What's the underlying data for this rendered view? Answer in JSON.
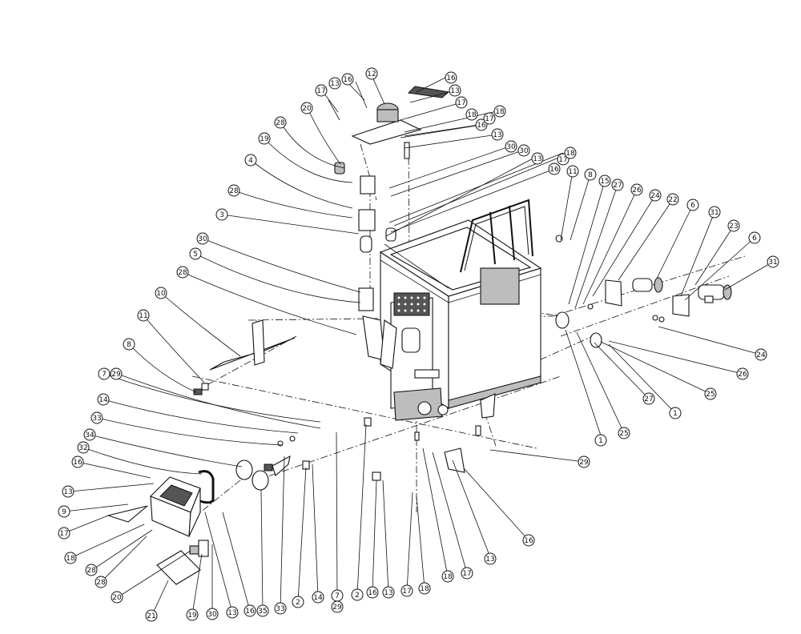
{
  "diagram": {
    "callouts": [
      {
        "id": "c01",
        "label": "16"
      },
      {
        "id": "c02",
        "label": "12"
      },
      {
        "id": "c03",
        "label": "17"
      },
      {
        "id": "c04",
        "label": "13"
      },
      {
        "id": "c05",
        "label": "16"
      },
      {
        "id": "c06",
        "label": "13"
      },
      {
        "id": "c07",
        "label": "17"
      },
      {
        "id": "c08",
        "label": "18"
      },
      {
        "id": "c09",
        "label": "20"
      },
      {
        "id": "c10",
        "label": "16"
      },
      {
        "id": "c11",
        "label": "17"
      },
      {
        "id": "c12",
        "label": "18"
      },
      {
        "id": "c13",
        "label": "28"
      },
      {
        "id": "c14",
        "label": "13"
      },
      {
        "id": "c15",
        "label": "19"
      },
      {
        "id": "c16",
        "label": "30"
      },
      {
        "id": "c17",
        "label": "4"
      },
      {
        "id": "c18",
        "label": "30"
      },
      {
        "id": "c19",
        "label": "17"
      },
      {
        "id": "c20",
        "label": "18"
      },
      {
        "id": "c21",
        "label": "16"
      },
      {
        "id": "c22",
        "label": "13"
      },
      {
        "id": "c23",
        "label": "28"
      },
      {
        "id": "c24",
        "label": "11"
      },
      {
        "id": "c25",
        "label": "8"
      },
      {
        "id": "c26",
        "label": "15"
      },
      {
        "id": "c27",
        "label": "27"
      },
      {
        "id": "c28",
        "label": "26"
      },
      {
        "id": "c29",
        "label": "24"
      },
      {
        "id": "c30",
        "label": "22"
      },
      {
        "id": "c31",
        "label": "6"
      },
      {
        "id": "c32",
        "label": "31"
      },
      {
        "id": "c33",
        "label": "3"
      },
      {
        "id": "c34",
        "label": "23"
      },
      {
        "id": "c35",
        "label": "6"
      },
      {
        "id": "c36",
        "label": "30"
      },
      {
        "id": "c37",
        "label": "31"
      },
      {
        "id": "c38",
        "label": "5"
      },
      {
        "id": "c39",
        "label": "28"
      },
      {
        "id": "c40",
        "label": "10"
      },
      {
        "id": "c41",
        "label": "11"
      },
      {
        "id": "c42",
        "label": "8"
      },
      {
        "id": "c43",
        "label": "24"
      },
      {
        "id": "c44",
        "label": "7"
      },
      {
        "id": "c45",
        "label": "29"
      },
      {
        "id": "c46",
        "label": "26"
      },
      {
        "id": "c47",
        "label": "14"
      },
      {
        "id": "c48",
        "label": "25"
      },
      {
        "id": "c49",
        "label": "33"
      },
      {
        "id": "c50",
        "label": "27"
      },
      {
        "id": "c51",
        "label": "1"
      },
      {
        "id": "c52",
        "label": "34"
      },
      {
        "id": "c53",
        "label": "32"
      },
      {
        "id": "c54",
        "label": "1"
      },
      {
        "id": "c55",
        "label": "25"
      },
      {
        "id": "c56",
        "label": "16"
      },
      {
        "id": "c57",
        "label": "13"
      },
      {
        "id": "c58",
        "label": "29"
      },
      {
        "id": "c59",
        "label": "9"
      },
      {
        "id": "c60",
        "label": "17"
      },
      {
        "id": "c61",
        "label": "16"
      },
      {
        "id": "c62",
        "label": "18"
      },
      {
        "id": "c63",
        "label": "28"
      },
      {
        "id": "c64",
        "label": "28"
      },
      {
        "id": "c65",
        "label": "20"
      },
      {
        "id": "c66",
        "label": "13"
      },
      {
        "id": "c67",
        "label": "21"
      },
      {
        "id": "c68",
        "label": "19"
      },
      {
        "id": "c69",
        "label": "30"
      },
      {
        "id": "c70",
        "label": "13"
      },
      {
        "id": "c71",
        "label": "16"
      },
      {
        "id": "c72",
        "label": "35"
      },
      {
        "id": "c73",
        "label": "33"
      },
      {
        "id": "c74",
        "label": "2"
      },
      {
        "id": "c75",
        "label": "14"
      },
      {
        "id": "c76",
        "label": "7"
      },
      {
        "id": "c77",
        "label": "29"
      },
      {
        "id": "c78",
        "label": "2"
      },
      {
        "id": "c79",
        "label": "16"
      },
      {
        "id": "c80",
        "label": "13"
      },
      {
        "id": "c81",
        "label": "17"
      },
      {
        "id": "c82",
        "label": "18"
      },
      {
        "id": "c83",
        "label": "18"
      },
      {
        "id": "c84",
        "label": "17"
      }
    ]
  }
}
